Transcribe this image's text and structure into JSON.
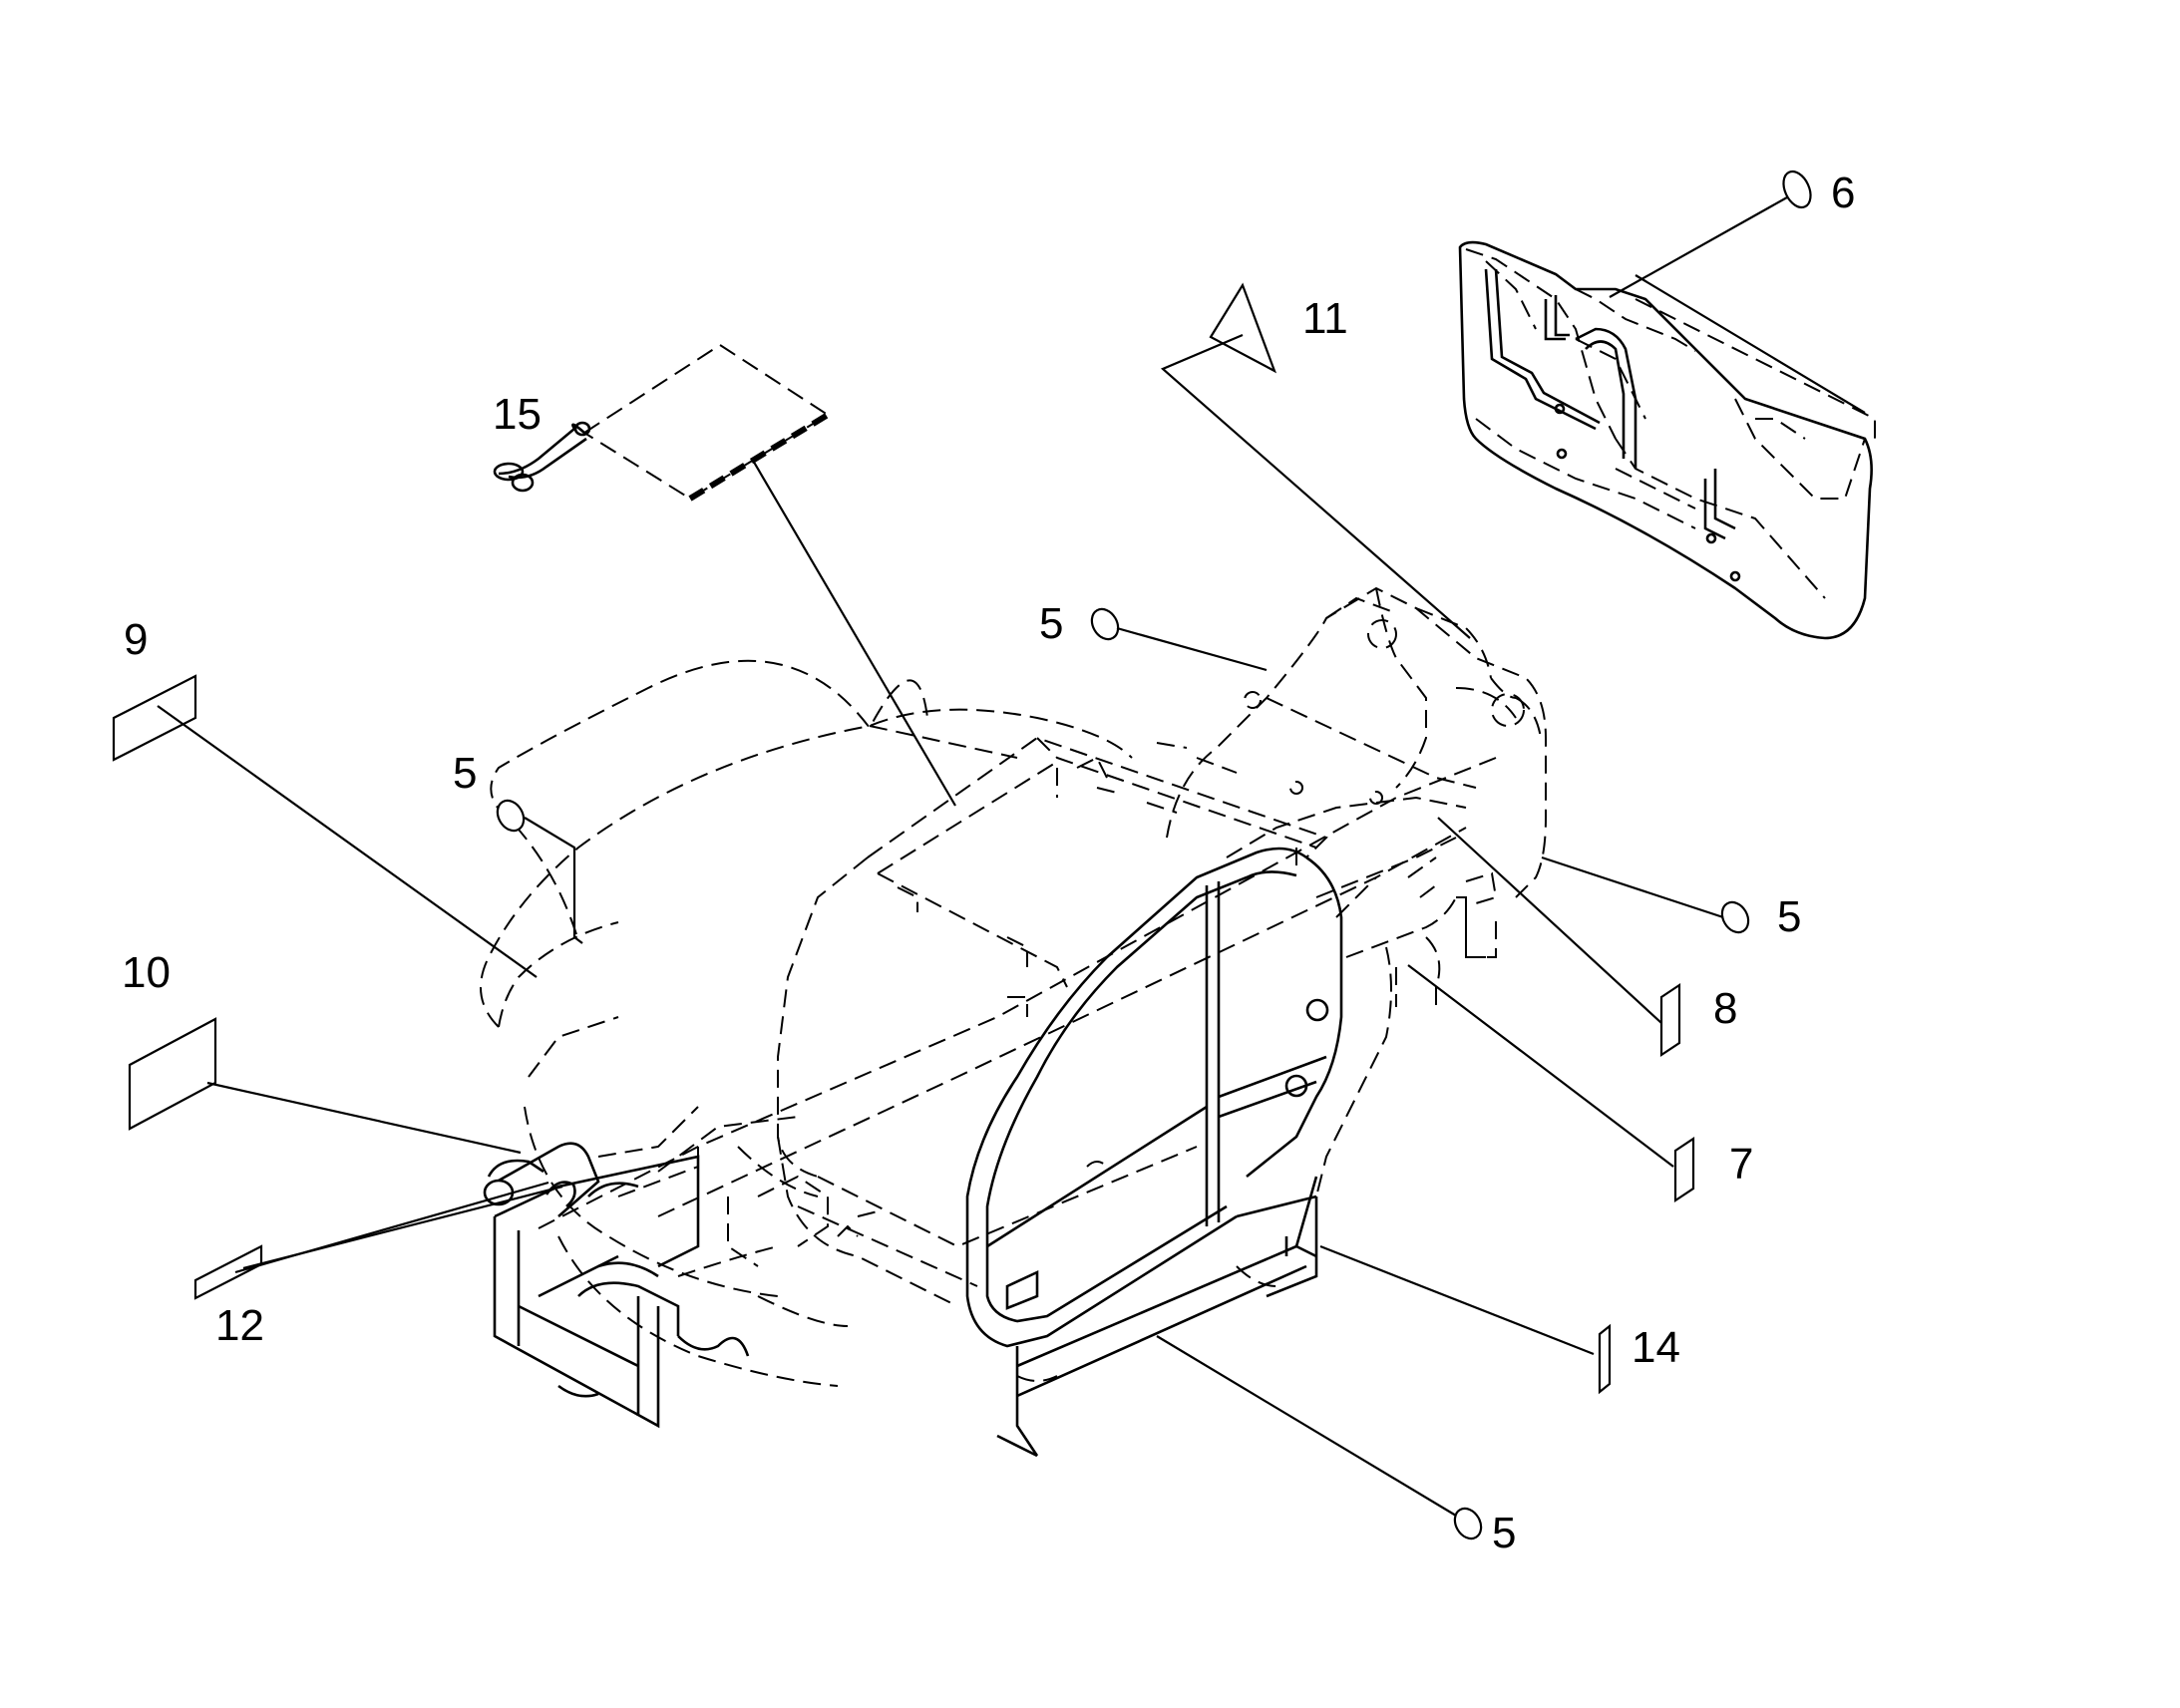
{
  "callouts": {
    "c6": "6",
    "c11": "11",
    "c15": "15",
    "c9": "9",
    "c5_top": "5",
    "c5_left": "5",
    "c5_right": "5",
    "c5_bottom": "5",
    "c8": "8",
    "c10": "10",
    "c7": "7",
    "c12": "12",
    "c14": "14"
  },
  "colors": {
    "line": "#000000",
    "background": "#ffffff"
  }
}
